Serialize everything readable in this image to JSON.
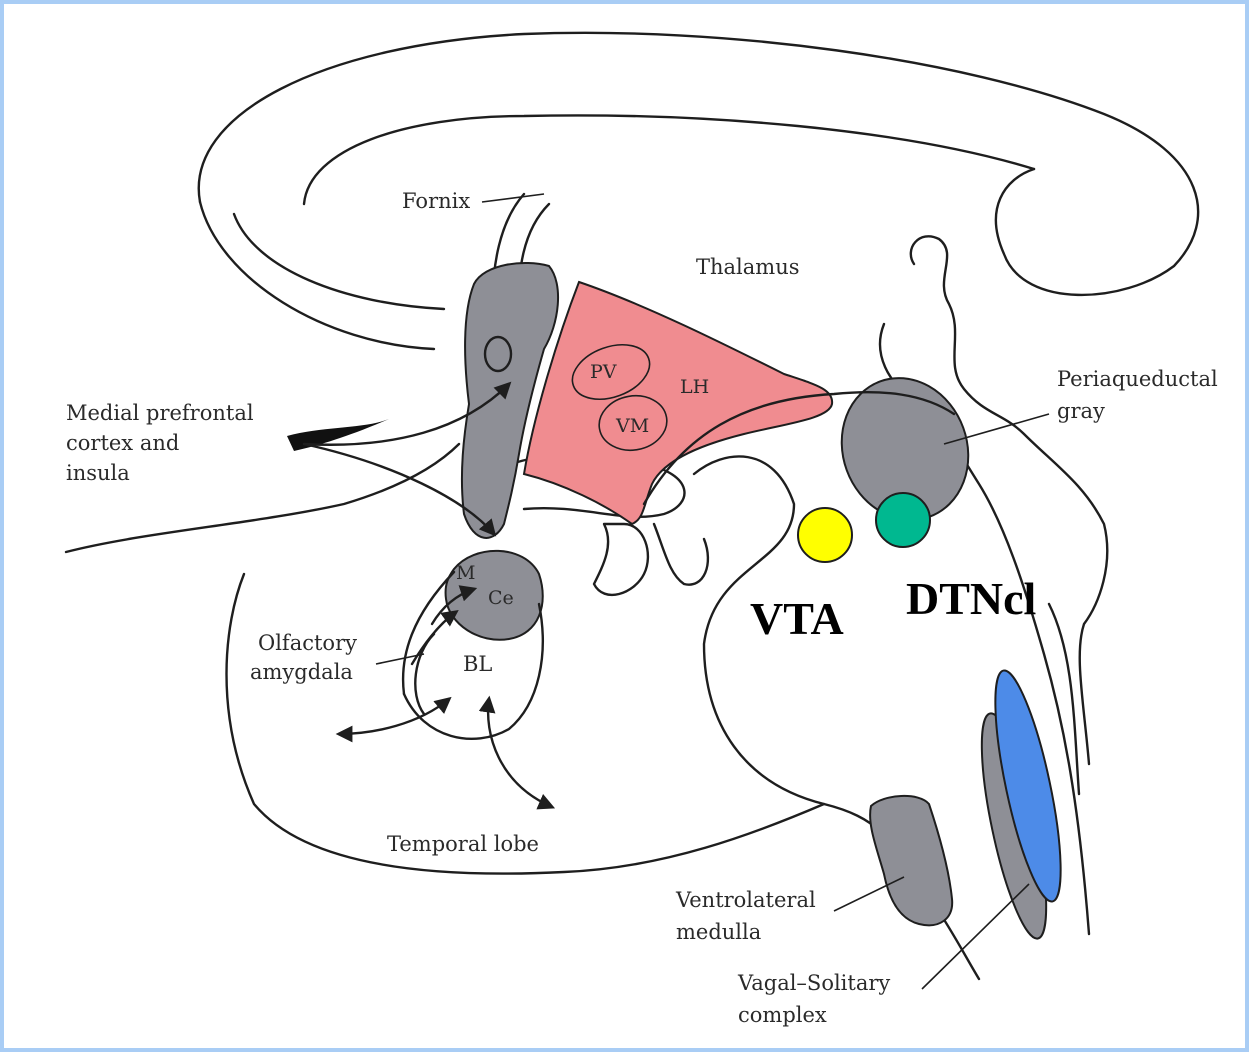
{
  "colors": {
    "frame": "#a9cdf5",
    "gray_region": "#8e8f96",
    "hypothalamus": "#f08c90",
    "vta_marker": "#ffff00",
    "dtncl_marker": "#00b890",
    "vagal_blue": "#4d8be8"
  },
  "labels": {
    "fornix": "Fornix",
    "thalamus": "Thalamus",
    "pv": "PV",
    "lh": "LH",
    "vm": "VM",
    "periaqueductal_1": "Periaqueductal",
    "periaqueductal_2": "gray",
    "mpfc_1": "Medial prefrontal",
    "mpfc_2": "cortex and",
    "mpfc_3": "insula",
    "m": "M",
    "ce": "Ce",
    "bl": "BL",
    "olfactory_1": "Olfactory",
    "olfactory_2": "amygdala",
    "temporal_lobe": "Temporal lobe",
    "vlm_1": "Ventrolateral",
    "vlm_2": "medulla",
    "vagal_1": "Vagal–Solitary",
    "vagal_2": "complex",
    "vta": "VTA",
    "dtncl": "DTNcl"
  }
}
